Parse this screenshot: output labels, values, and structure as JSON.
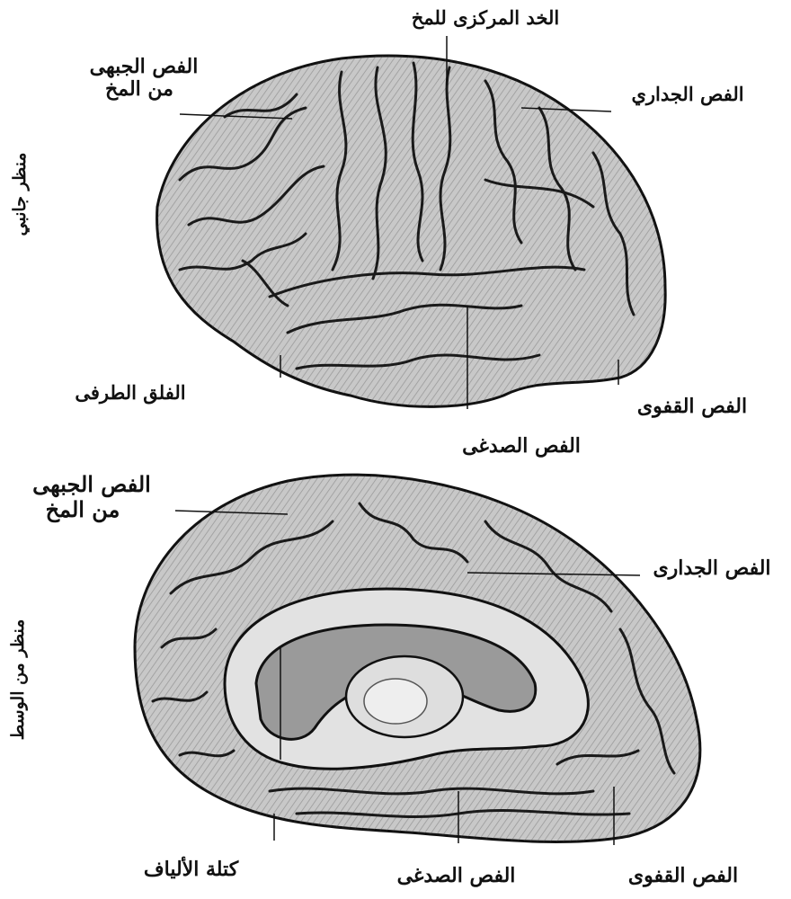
{
  "lateral_view": {
    "side_title": "منظر جانبي",
    "labels": {
      "central_sulcus": "الخد المركزى للمخ",
      "frontal_lobe_line1": "الفص الجبهى",
      "frontal_lobe_line2": "من المخ",
      "parietal_lobe": "الفص الجداري",
      "lateral_fissure": "الفلق الطرفى",
      "occipital_lobe": "الفص القفوى",
      "temporal_lobe": "الفص الصدغى"
    }
  },
  "medial_view": {
    "side_title": "منظر من الوسط",
    "labels": {
      "frontal_lobe_line1": "الفص الجبهى",
      "frontal_lobe_line2": "من المخ",
      "parietal_lobe": "الفص الجدارى",
      "corpus_callosum": "كتلة الألياف",
      "temporal_lobe": "الفص الصدغى",
      "occipital_lobe": "الفص القفوى"
    }
  },
  "colors": {
    "ink": "#111111",
    "brain_fill": "#bdbdbd",
    "shade": "#5a5a5a",
    "paper": "#ffffff"
  }
}
